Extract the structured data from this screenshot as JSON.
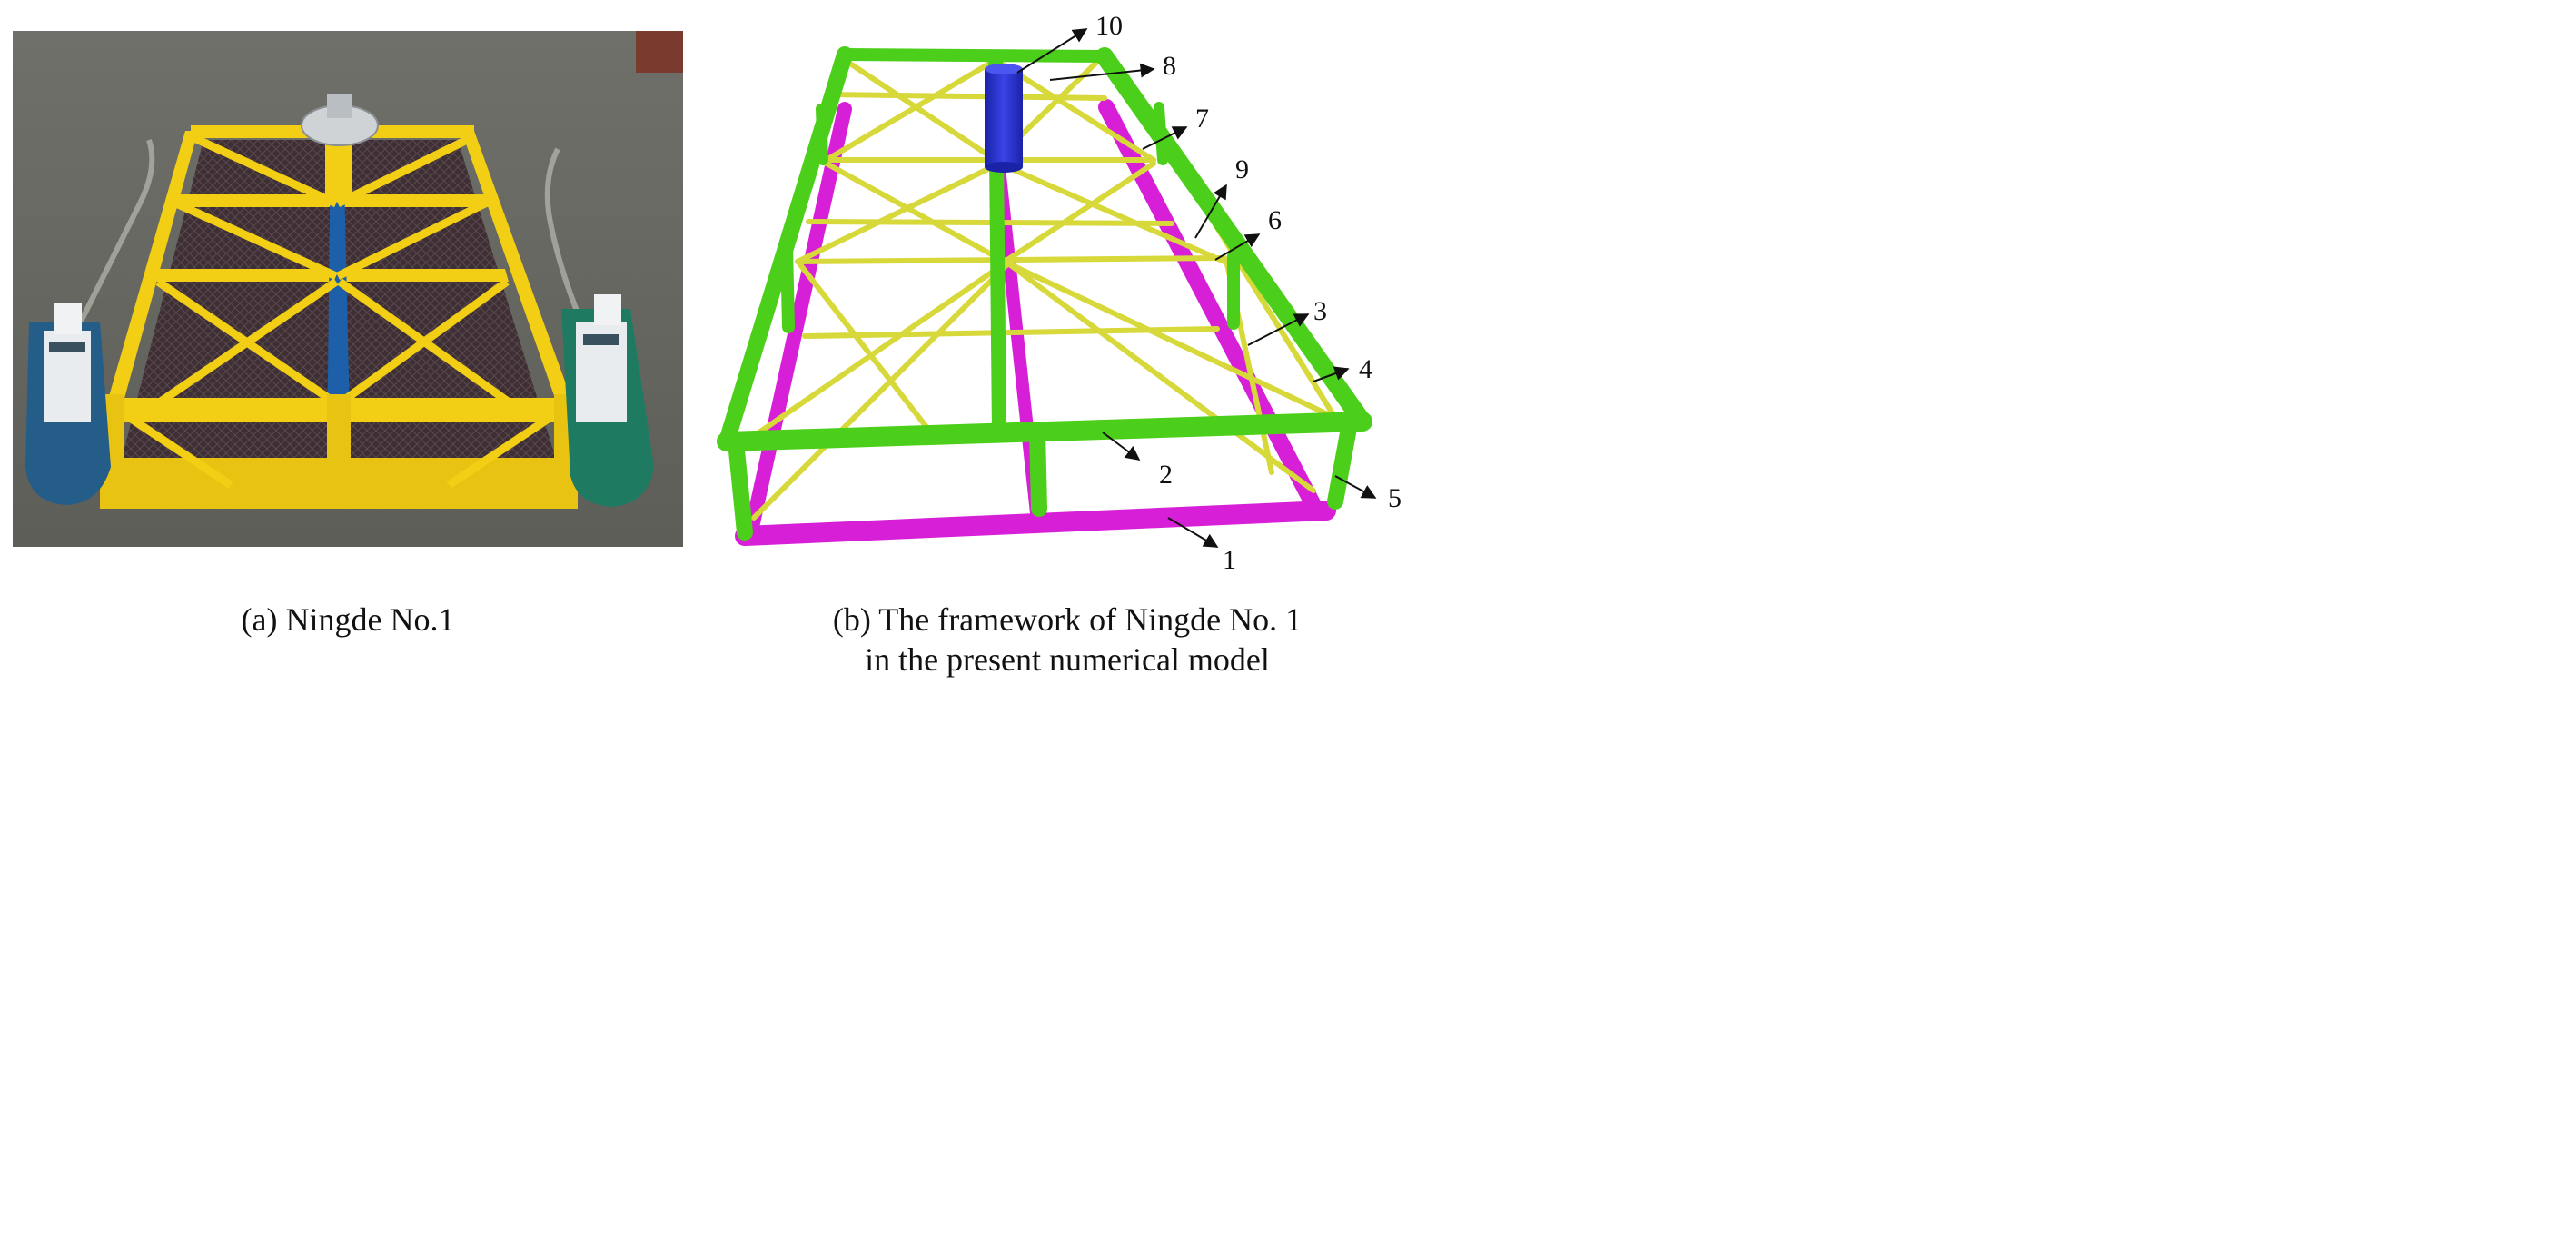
{
  "panel_a": {
    "caption": "(a) Ningde No.1"
  },
  "panel_b": {
    "caption_line1": "(b) The framework of Ningde No. 1",
    "caption_line2": "in the present numerical model",
    "labels": [
      "1",
      "2",
      "3",
      "4",
      "5",
      "6",
      "7",
      "8",
      "9",
      "10"
    ]
  },
  "colors": {
    "pontoon": "#d61fd6",
    "frame": "#4ccf1a",
    "brace": "#d7d83a",
    "column": "#2b33d6",
    "platform_yellow": "#f2cf14",
    "water": "#6b6b64"
  }
}
